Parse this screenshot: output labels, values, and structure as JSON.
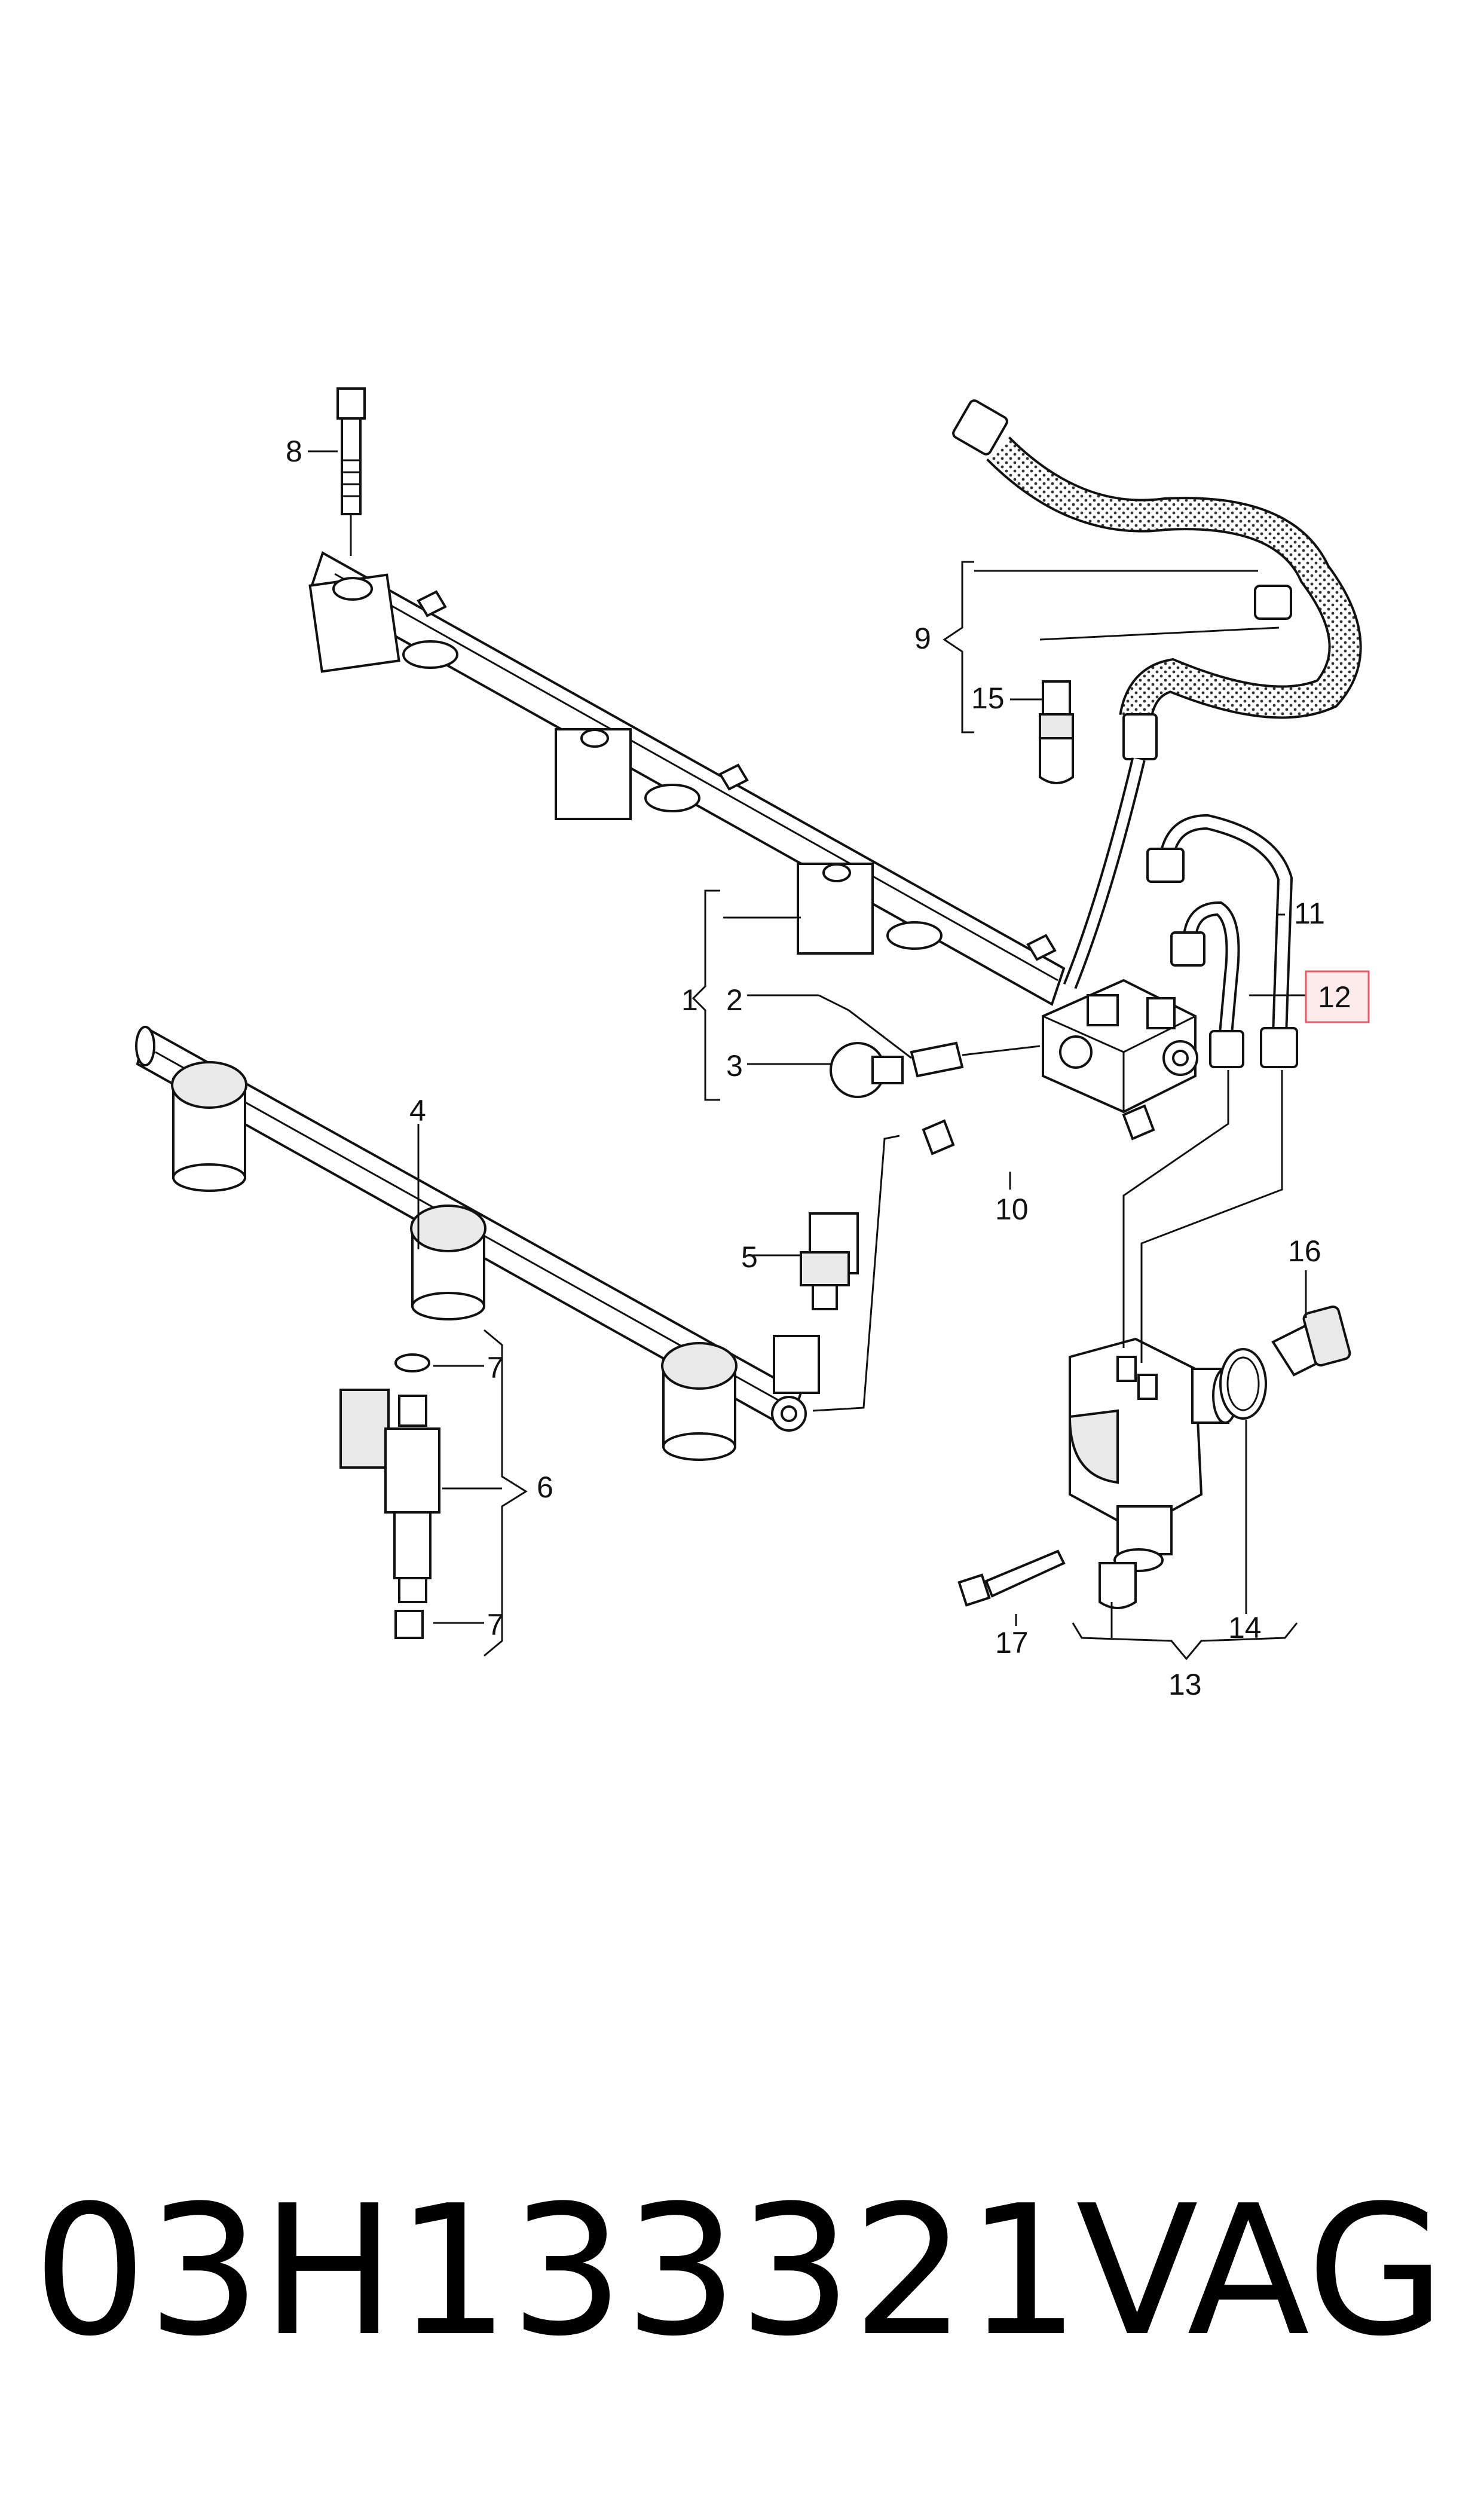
{
  "callouts": {
    "c1": "1",
    "c2": "2",
    "c3": "3",
    "c4": "4",
    "c5": "5",
    "c6": "6",
    "c7a": "7",
    "c7b": "7",
    "c8": "8",
    "c9": "9",
    "c10": "10",
    "c11": "11",
    "c12": "12",
    "c13": "13",
    "c14": "14",
    "c15": "15",
    "c16": "16",
    "c17": "17"
  },
  "highlight_color": "#e05a6a",
  "footer": {
    "part_number": "03H133321",
    "brand": "VAG"
  }
}
